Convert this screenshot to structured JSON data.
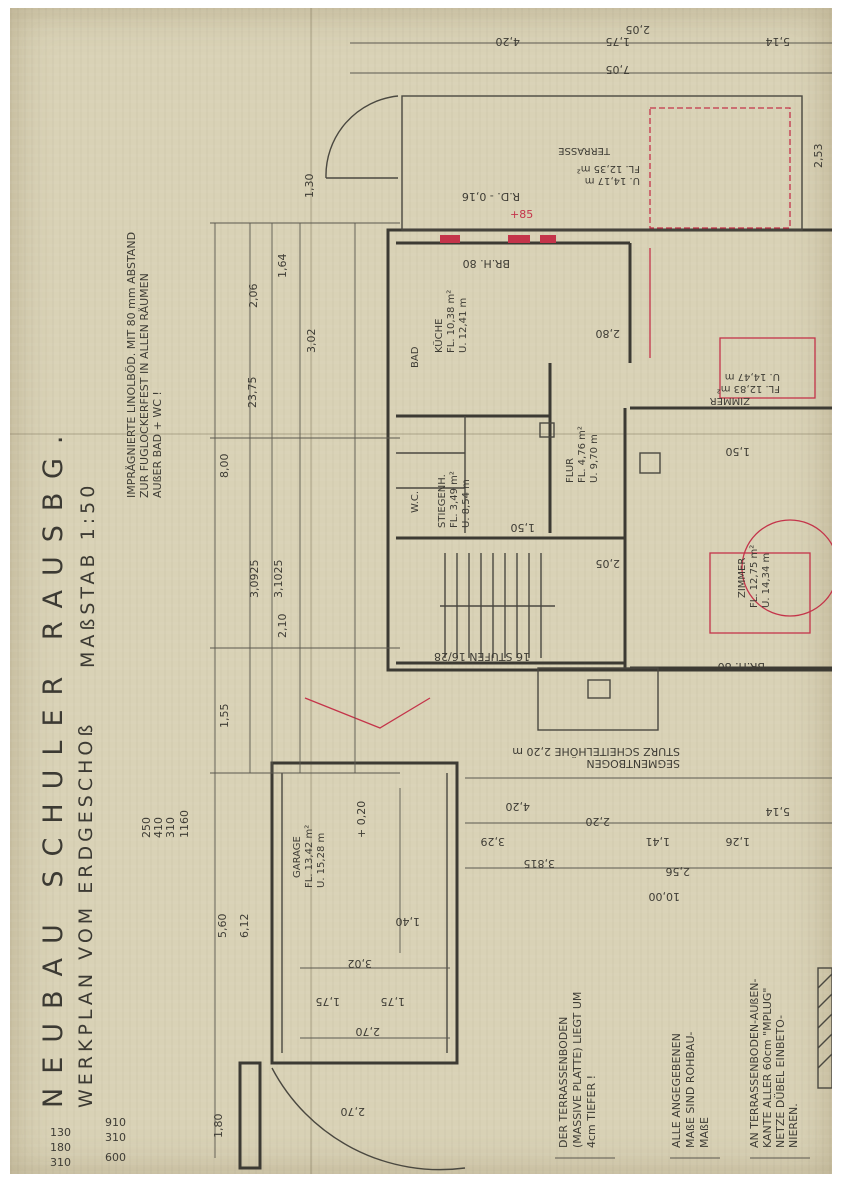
{
  "title": "NEUBAU SCHULER RAUSBG.",
  "subtitle": "WERKPLAN VOM ERDGESCHOß",
  "scale": "MAßSTAB 1:50",
  "margin_note": [
    "IMPRÄGNIERTE LINOLBÖD. MIT 80 mm ABSTAND",
    "ZUR FUGLOCKERFEST IN ALLEN RÄUMEN",
    "AUßER BAD + WC !"
  ],
  "rooms": {
    "garage": [
      "GARAGE",
      "FL. 13,42 m²",
      "U. 15,28 m"
    ],
    "zimmer_top": [
      "ZIMMER",
      "FL. 12,83 m²",
      "U. 14,47 m"
    ],
    "zimmer_mid": [
      "ZIMMER",
      "FL. 12,75 m²",
      "U. 14,34 m"
    ],
    "kueche": [
      "KÜCHE",
      "FL. 10,38 m²",
      "U. 12,41 m"
    ],
    "flur": [
      "FLUR",
      "FL. 4,76 m²",
      "U. 9,70 m"
    ],
    "stiegenhaus": [
      "STIEGENH.",
      "FL. 3,49 m²",
      "U. 8,54 m"
    ],
    "wc": [
      "W.C."
    ],
    "bad": [
      "BAD"
    ],
    "terrasse": [
      "TERRASSE",
      "FL. 12,35 m²",
      "U. 14,17 m"
    ]
  },
  "notes_bottom": [
    [
      "DER TERRASSENBODEN",
      "(MASSIVE PLATTE) LIEGT UM",
      "4cm TIEFER !"
    ],
    [
      "ALLE ANGEGEBENEN",
      "MAßE SIND ROHBAU-",
      "MAßE"
    ],
    [
      "AN TERRASSENBODEN-AUßEN-",
      "KANTE ALLER 60cm \"MPLUG\"",
      "NETZE DÜBEL EINBETO-",
      "NIEREN."
    ]
  ],
  "dimensions": {
    "left_chain": [
      "1,30",
      "2,06",
      "1,64",
      "8,00",
      "23,75",
      "3,02",
      "3,0925",
      "3,1025",
      "2,10",
      "1,55",
      "5,60",
      "6,12",
      "1,80"
    ],
    "top_chain": [
      "7,05",
      "4,20",
      "1,75",
      "2,05",
      "5,14",
      "1,50",
      "2,53"
    ],
    "bottom_chain": [
      "4,20",
      "3,29",
      "3,815",
      "2,20",
      "1,41",
      "1,26",
      "5,14",
      "2,56",
      "10,00"
    ],
    "garage_chain": [
      "2,70",
      "1,75",
      "1,75",
      "3,02",
      "1,40",
      "2,70"
    ],
    "misc": [
      "+85",
      "+ 0,20",
      "R.D. - 0,16",
      "2,05",
      "2,80",
      "1,50",
      "16 STUFEN 16/28",
      "STURZ SCHEITELHÖHE 2,20 m",
      "SEGMENTBOGEN",
      "BR.H. 80",
      "BR.H. 80"
    ],
    "stamp_sum": [
      "250",
      "410",
      "310",
      "1160"
    ],
    "corner_sum": [
      "130",
      "180",
      "310",
      "910",
      "310",
      "600"
    ]
  },
  "palette": {
    "paper": "#d9d2b6",
    "ink": "#3c3a33",
    "red_pencil": "#c4344a"
  }
}
